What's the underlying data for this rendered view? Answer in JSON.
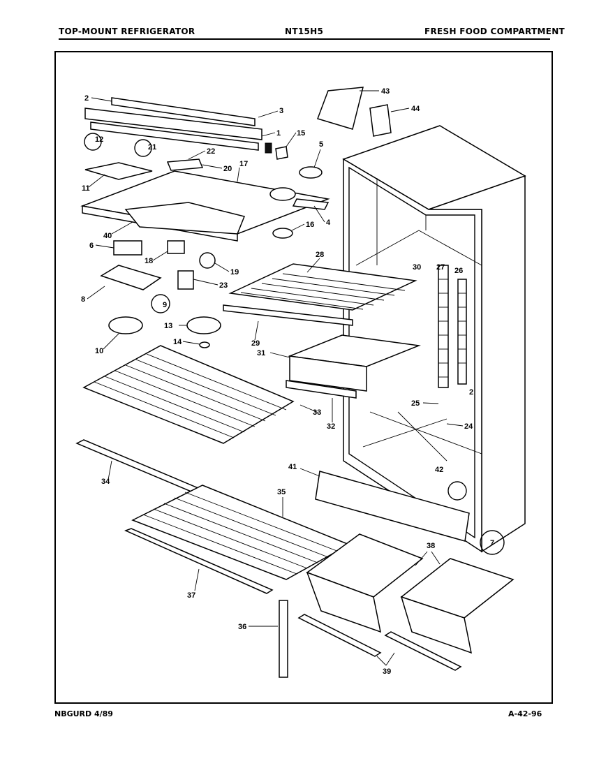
{
  "header": {
    "left": "TOP-MOUNT REFRIGERATOR",
    "center": "NT15H5",
    "right": "FRESH FOOD COMPARTMENT"
  },
  "footer": {
    "left": "NBGURD 4/89",
    "right": "A-42-96"
  },
  "callouts": {
    "p1": "1",
    "p2": "2",
    "p2b": "2",
    "p3": "3",
    "p4": "4",
    "p5": "5",
    "p6": "6",
    "p7": "7",
    "p8": "8",
    "p9": "9",
    "p10": "10",
    "p11": "11",
    "p12": "12",
    "p13": "13",
    "p14": "14",
    "p15": "15",
    "p16": "16",
    "p17": "17",
    "p18": "18",
    "p19": "19",
    "p20": "20",
    "p21": "21",
    "p22": "22",
    "p23": "23",
    "p24": "24",
    "p25": "25",
    "p26": "26",
    "p27": "27",
    "p28": "28",
    "p29": "29",
    "p30": "30",
    "p31": "31",
    "p32": "32",
    "p33": "33",
    "p34": "34",
    "p35": "35",
    "p36": "36",
    "p37": "37",
    "p38": "38",
    "p39": "39",
    "p40": "40",
    "p41": "41",
    "p42": "42",
    "p43": "43",
    "p44": "44"
  }
}
